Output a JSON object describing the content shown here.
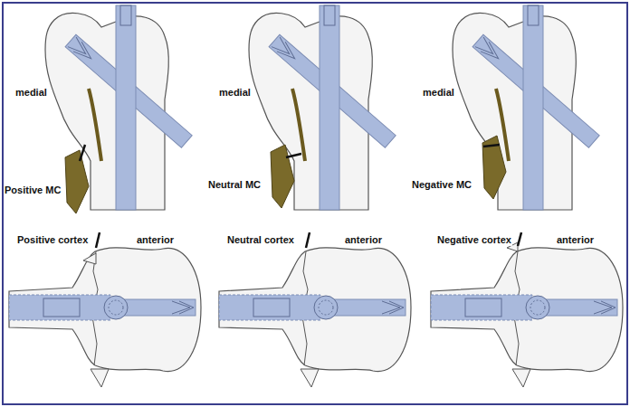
{
  "diagram": {
    "labels": [
      "medial",
      "Positive MC",
      "medial",
      "Neutral MC",
      "medial",
      "Negative MC",
      "Positive cortex",
      "anterior",
      "Neutral cortex",
      "anterior",
      "Negative cortex",
      "anterior"
    ]
  }
}
